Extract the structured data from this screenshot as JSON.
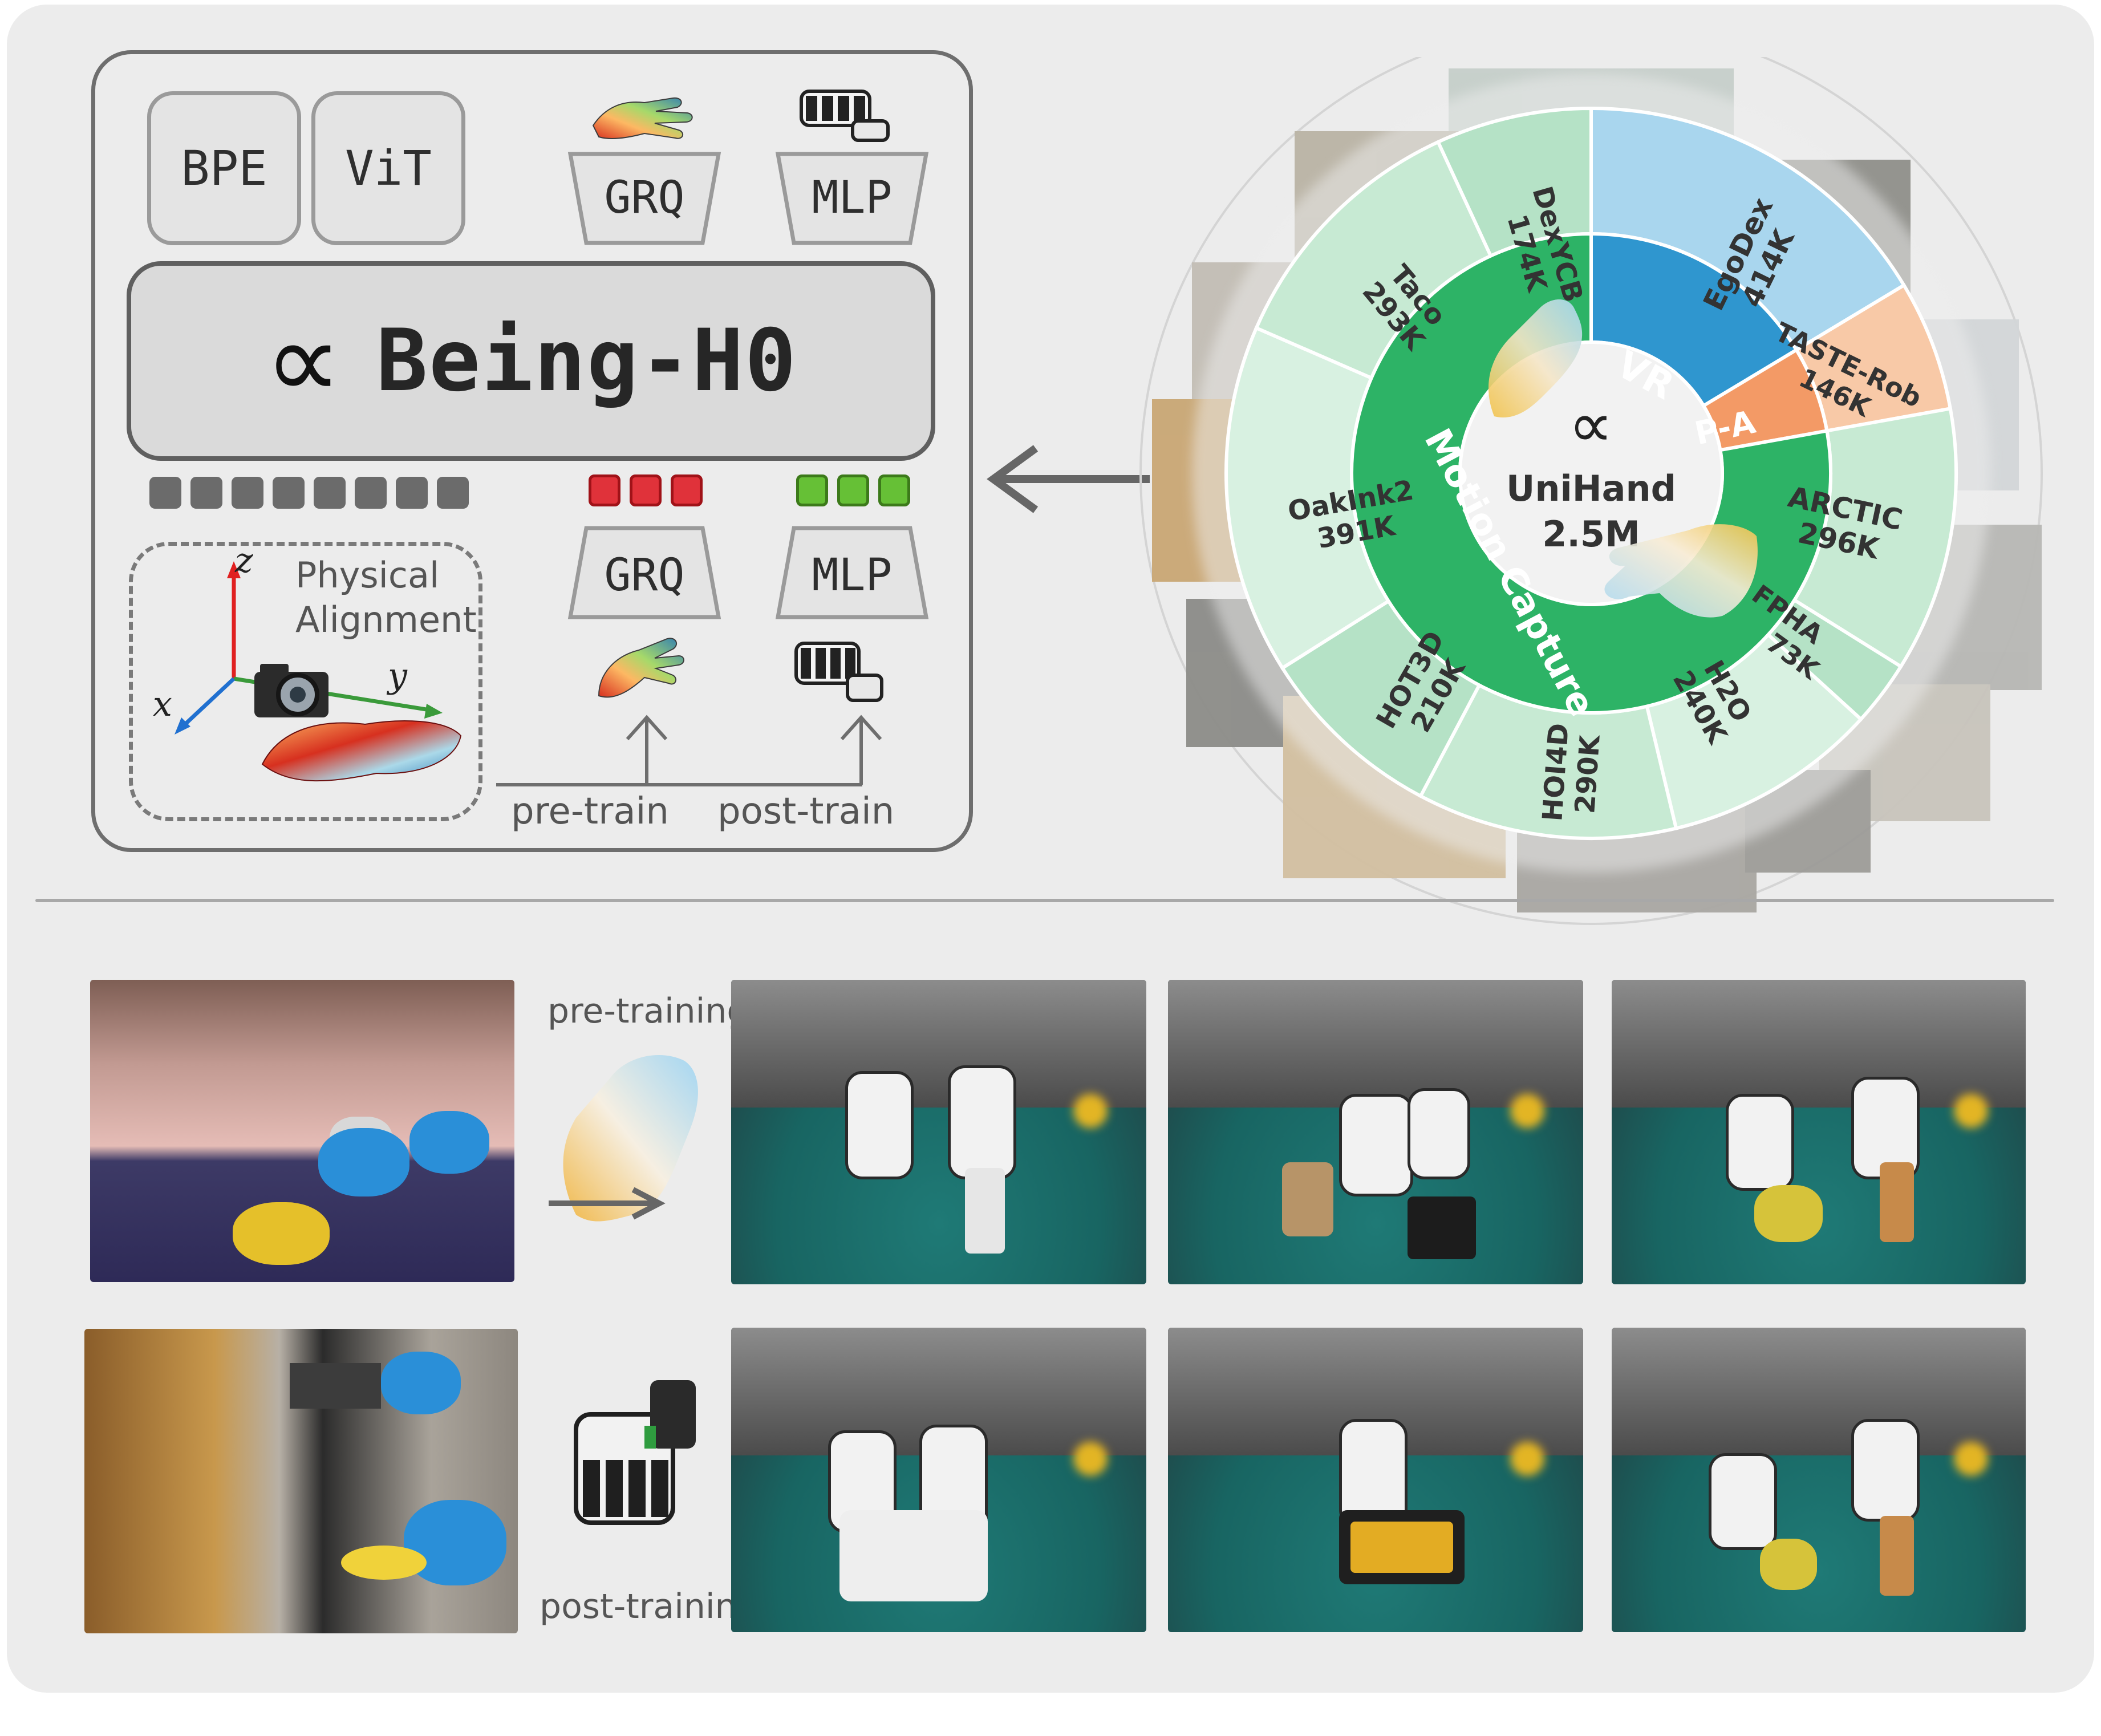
{
  "architecture": {
    "modules_top": [
      "BPE",
      "ViT"
    ],
    "decoders_top": [
      "GRQ",
      "MLP"
    ],
    "model_name": "Being-H0",
    "logo_glyph": "∝",
    "decoders_bottom": [
      "GRQ",
      "MLP"
    ],
    "physical_alignment": [
      "Physical",
      "Alignment"
    ],
    "axes": {
      "x": "x",
      "y": "y",
      "z": "z"
    },
    "train_labels": [
      "pre-train",
      "post-train"
    ],
    "token_colors": {
      "vision": "#6b6b6b",
      "pre_train": "#e0323a",
      "post_train": "#66c036"
    }
  },
  "dataset": {
    "name": "UniHand",
    "total": "2.5M",
    "categories": [
      {
        "label": "VR",
        "color": "#2f96cf"
      },
      {
        "label": "P-A",
        "color": "#f39a66"
      },
      {
        "label": "Motion Capture",
        "color": "#2db366"
      }
    ],
    "sources": [
      {
        "name": "EgoDex",
        "count": "414K",
        "group": "VR"
      },
      {
        "name": "TASTE-Rob",
        "count": "146K",
        "group": "P-A"
      },
      {
        "name": "ARCTIC",
        "count": "296K",
        "group": "Motion Capture"
      },
      {
        "name": "FPHA",
        "count": "73K",
        "group": "Motion Capture"
      },
      {
        "name": "H2O",
        "count": "240K",
        "group": "Motion Capture"
      },
      {
        "name": "HOI4D",
        "count": "290K",
        "group": "Motion Capture"
      },
      {
        "name": "HOT3D",
        "count": "210K",
        "group": "Motion Capture"
      },
      {
        "name": "OakInk2",
        "count": "391K",
        "group": "Motion Capture"
      },
      {
        "name": "Taco",
        "count": "293K",
        "group": "Motion Capture"
      },
      {
        "name": "DexYCB",
        "count": "174K",
        "group": "Motion Capture"
      }
    ]
  },
  "transfer": {
    "pre_label": "pre-training",
    "post_label": "post-training"
  }
}
